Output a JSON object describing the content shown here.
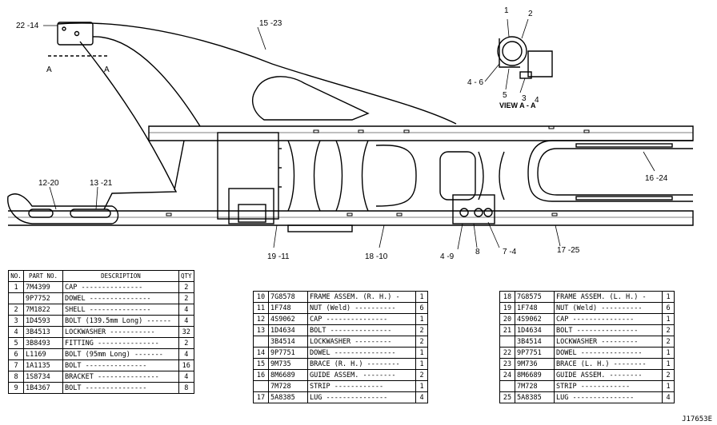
{
  "callouts": {
    "c1": "1",
    "c2": "2",
    "c3": "3",
    "c4": "4",
    "c4_6": "4 - 6",
    "c5": "5",
    "view": "VIEW  A - A",
    "a_left": "A",
    "a_right": "A",
    "c22_14": "22 -14",
    "c15_23": "15 -23",
    "c12_20": "12-20",
    "c13_21": "13 -21",
    "c19_11": "19 -11",
    "c18_10": "18 -10",
    "c4_9": "4 -9",
    "c8": "8",
    "c7_4": "7 -4",
    "c17_25": "17 -25",
    "c16_24": "16 -24"
  },
  "table1": {
    "headers": {
      "no": "NO.",
      "part": "PART NO.",
      "desc": "DESCRIPTION",
      "qty": "QTY"
    },
    "rows": [
      {
        "no": "1",
        "part": "7M4399",
        "desc": "CAP ---------------",
        "qty": "2"
      },
      {
        "no": "",
        "part": "9P7752",
        "desc": "DOWEL ---------------",
        "qty": "2"
      },
      {
        "no": "2",
        "part": "7M1822",
        "desc": "SHELL ---------------",
        "qty": "4"
      },
      {
        "no": "3",
        "part": "1D4593",
        "desc": "BOLT (139.5mm Long) ------",
        "qty": "4"
      },
      {
        "no": "4",
        "part": "3B4513",
        "desc": "LOCKWASHER -----------",
        "qty": "32"
      },
      {
        "no": "5",
        "part": "3B8493",
        "desc": "FITTING ---------------",
        "qty": "2"
      },
      {
        "no": "6",
        "part": "L1169",
        "desc": "BOLT (95mm Long) -------",
        "qty": "4"
      },
      {
        "no": "7",
        "part": "1A1135",
        "desc": "BOLT ---------------",
        "qty": "16"
      },
      {
        "no": "8",
        "part": "1S8734",
        "desc": "BRACKET ---------------",
        "qty": "4"
      },
      {
        "no": "9",
        "part": "1B4367",
        "desc": "BOLT ---------------",
        "qty": "8"
      }
    ]
  },
  "table2": {
    "rows": [
      {
        "no": "10",
        "part": "7G8578",
        "desc": "FRAME ASSEM. (R. H.) -",
        "qty": "1"
      },
      {
        "no": "11",
        "part": "1F748",
        "desc": "NUT (Weld) ----------",
        "qty": "6"
      },
      {
        "no": "12",
        "part": "4S9062",
        "desc": "CAP ---------------",
        "qty": "1"
      },
      {
        "no": "13",
        "part": "1D4634",
        "desc": "BOLT ---------------",
        "qty": "2"
      },
      {
        "no": "",
        "part": "3B4514",
        "desc": "LOCKWASHER ---------",
        "qty": "2"
      },
      {
        "no": "14",
        "part": "9P7751",
        "desc": "DOWEL ---------------",
        "qty": "1"
      },
      {
        "no": "15",
        "part": "9M735",
        "desc": "BRACE (R. H.) --------",
        "qty": "1"
      },
      {
        "no": "16",
        "part": "8M6689",
        "desc": "GUIDE ASSEM. --------",
        "qty": "2"
      },
      {
        "no": "",
        "part": "7M728",
        "desc": "STRIP ------------",
        "qty": "1"
      },
      {
        "no": "17",
        "part": "5A8385",
        "desc": "LUG ---------------",
        "qty": "4"
      }
    ]
  },
  "table3": {
    "rows": [
      {
        "no": "18",
        "part": "7G8575",
        "desc": "FRAME ASSEM. (L. H.) -",
        "qty": "1"
      },
      {
        "no": "19",
        "part": "1F748",
        "desc": "NUT (Weld) ----------",
        "qty": "6"
      },
      {
        "no": "20",
        "part": "4S9062",
        "desc": "CAP ---------------",
        "qty": "1"
      },
      {
        "no": "21",
        "part": "1D4634",
        "desc": "BOLT ---------------",
        "qty": "2"
      },
      {
        "no": "",
        "part": "3B4514",
        "desc": "LOCKWASHER ---------",
        "qty": "2"
      },
      {
        "no": "22",
        "part": "9P7751",
        "desc": "DOWEL ---------------",
        "qty": "1"
      },
      {
        "no": "23",
        "part": "9M736",
        "desc": "BRACE (L. H.) --------",
        "qty": "1"
      },
      {
        "no": "24",
        "part": "8M6689",
        "desc": "GUIDE ASSEM. --------",
        "qty": "2"
      },
      {
        "no": "",
        "part": "7M728",
        "desc": "STRIP ------------",
        "qty": "1"
      },
      {
        "no": "25",
        "part": "5A8385",
        "desc": "LUG ---------------",
        "qty": "4"
      }
    ]
  },
  "drawing_code": "J17653E"
}
